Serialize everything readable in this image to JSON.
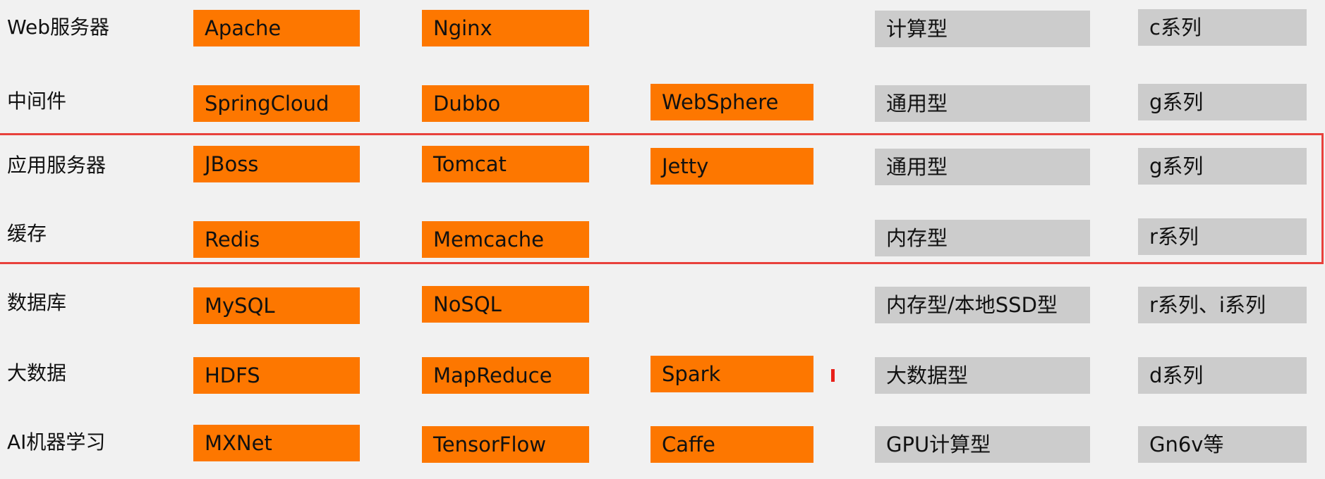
{
  "colors": {
    "background": "#f1f1f1",
    "software_box": "#fd7700",
    "instance_box": "#cccccc",
    "highlight_frame": "#e8413c"
  },
  "rows": [
    {
      "label": "Web服务器",
      "software": [
        "Apache",
        "Nginx",
        ""
      ],
      "instance_type": "计算型",
      "series": "c系列"
    },
    {
      "label": "中间件",
      "software": [
        "SpringCloud",
        "Dubbo",
        "WebSphere"
      ],
      "instance_type": "通用型",
      "series": "g系列"
    },
    {
      "label": "应用服务器",
      "software": [
        "JBoss",
        "Tomcat",
        "Jetty"
      ],
      "instance_type": "通用型",
      "series": "g系列"
    },
    {
      "label": "缓存",
      "software": [
        "Redis",
        "Memcache",
        ""
      ],
      "instance_type": "内存型",
      "series": "r系列"
    },
    {
      "label": "数据库",
      "software": [
        "MySQL",
        "NoSQL",
        ""
      ],
      "instance_type": "内存型/本地SSD型",
      "series": "r系列、i系列"
    },
    {
      "label": "大数据",
      "software": [
        "HDFS",
        "MapReduce",
        "Spark"
      ],
      "instance_type": "大数据型",
      "series": "d系列"
    },
    {
      "label": "AI机器学习",
      "software": [
        "MXNet",
        "TensorFlow",
        "Caffe"
      ],
      "instance_type": "GPU计算型",
      "series": "Gn6v等"
    }
  ]
}
